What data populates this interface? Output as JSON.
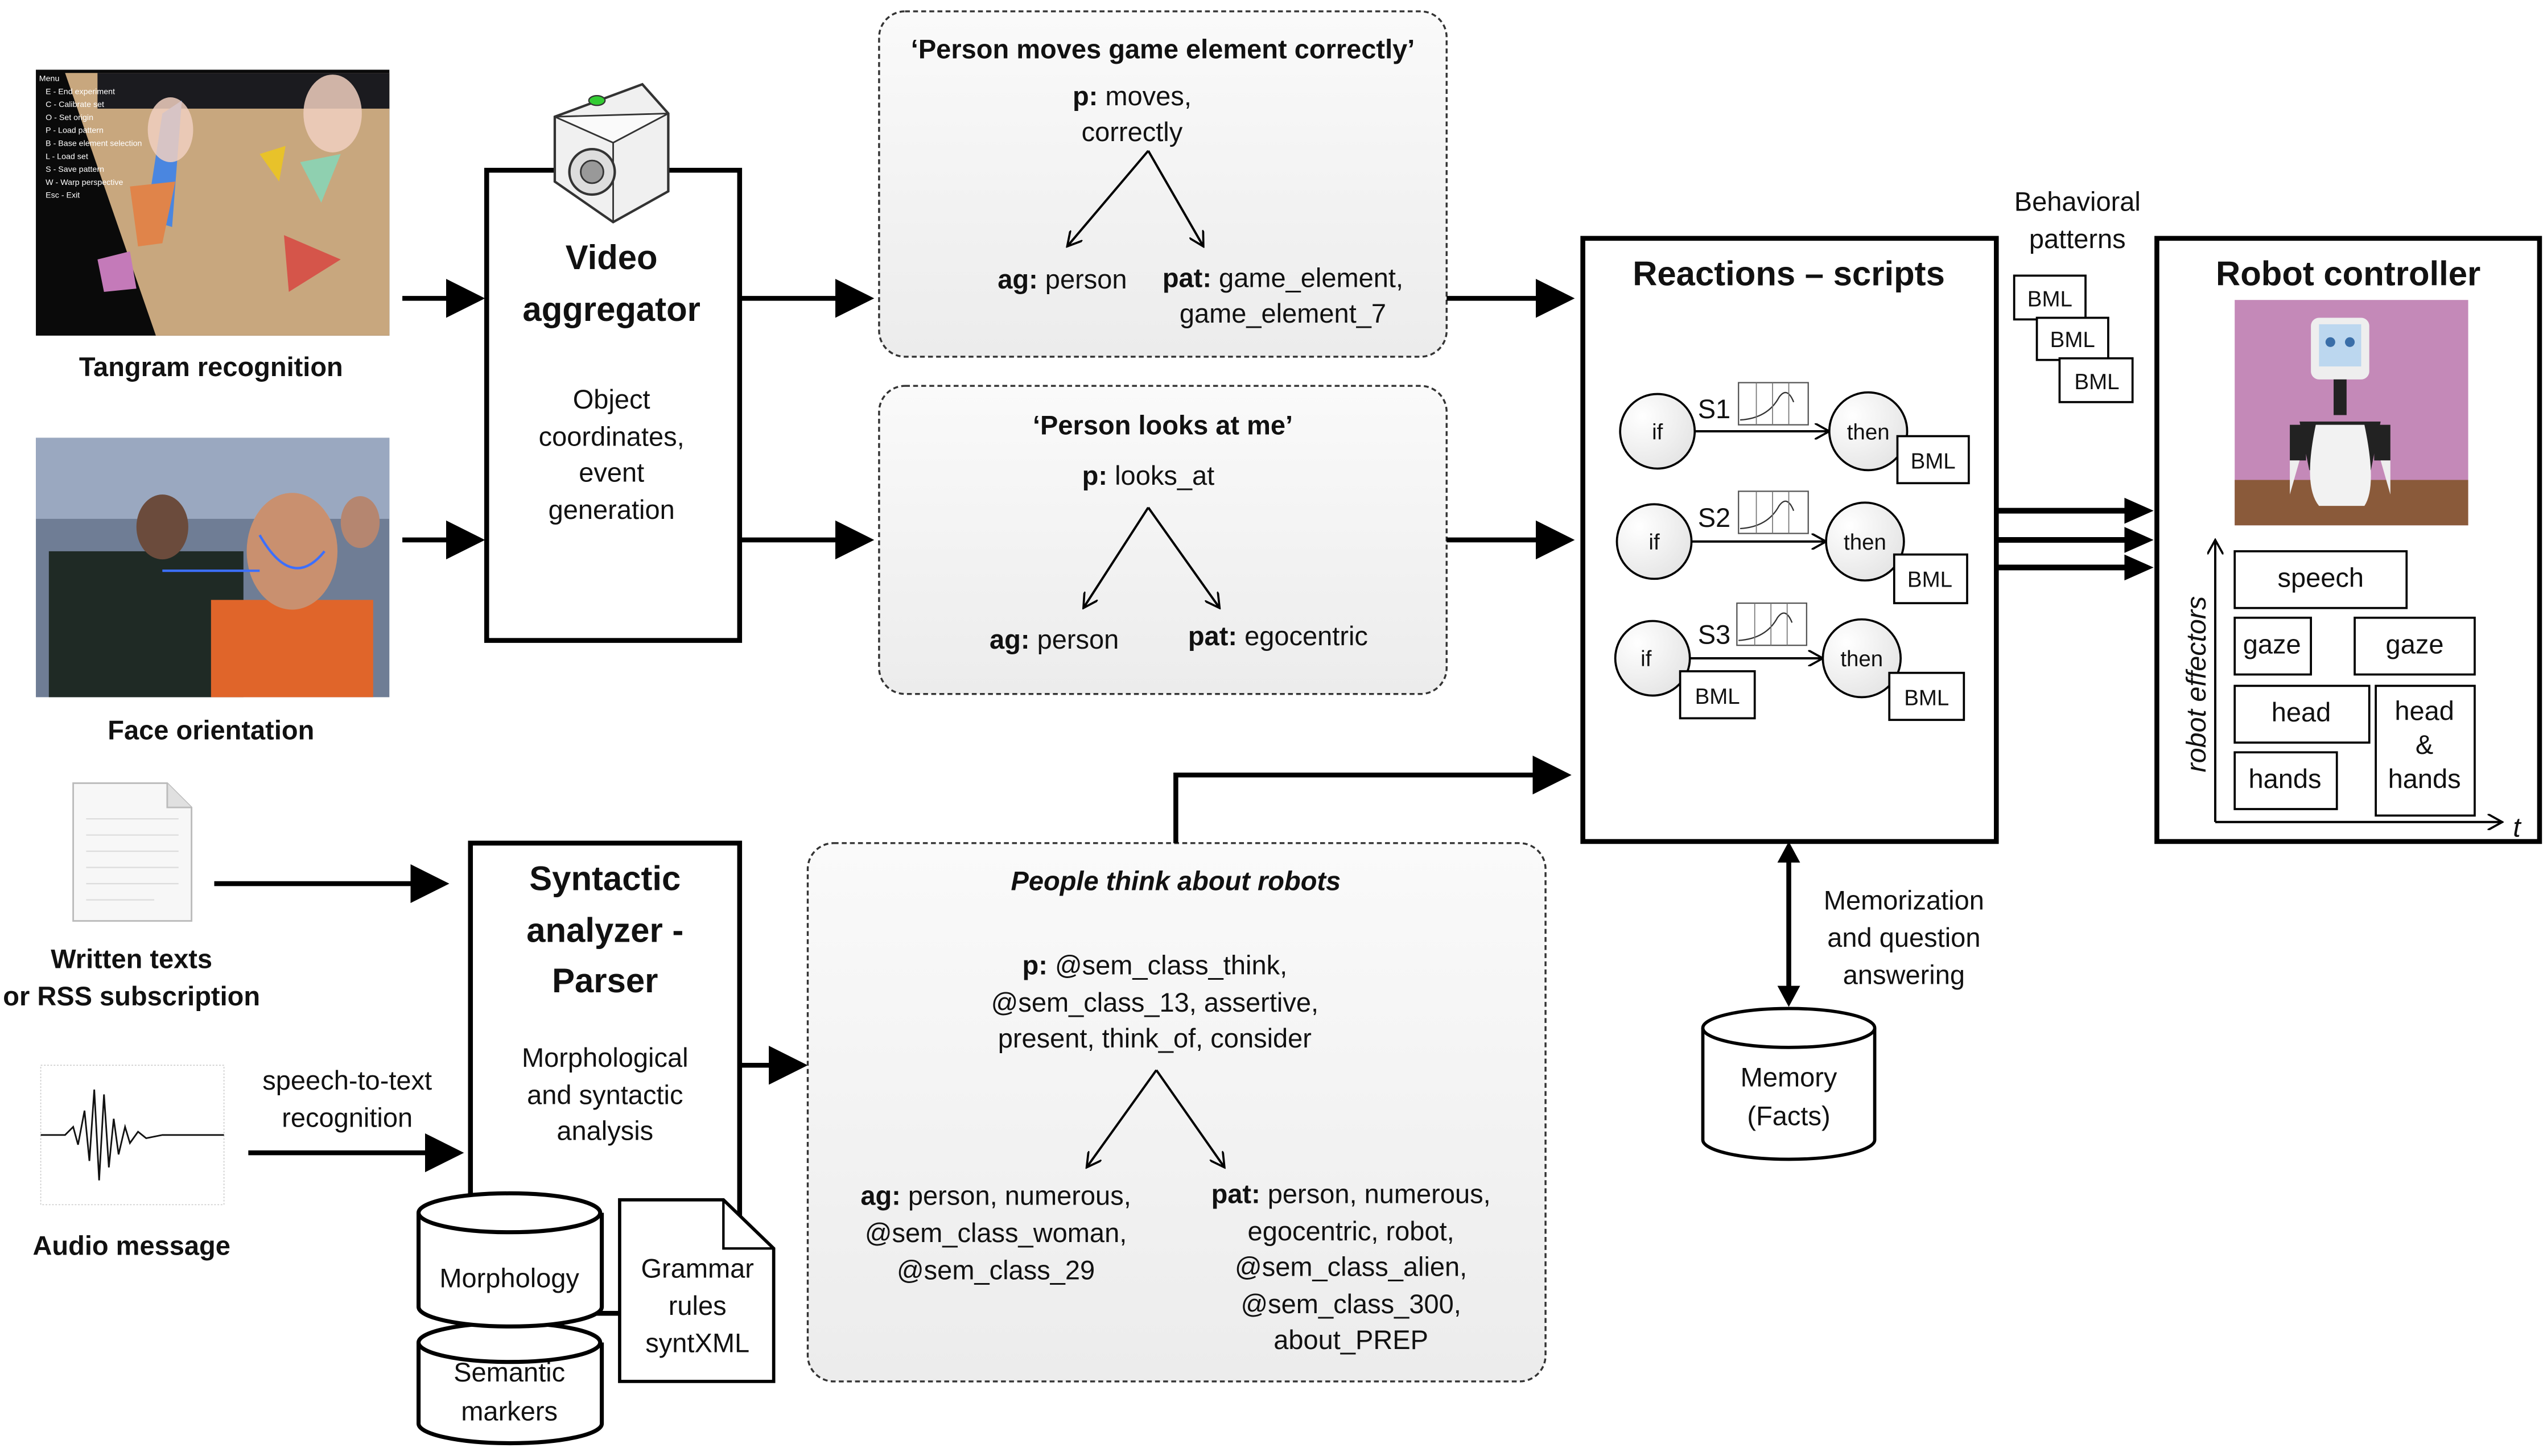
{
  "inputs": {
    "tangram": {
      "label": "Tangram recognition",
      "menu": [
        "Menu",
        "E - End experiment",
        "C - Calibrate set",
        "O - Set origin",
        "P - Load pattern",
        "B - Base element selection",
        "L - Load set",
        "S - Save pattern",
        "W - Warp perspective",
        "Esc - Exit"
      ]
    },
    "face": {
      "label": "Face orientation"
    },
    "written": {
      "label_lines": [
        "Written texts",
        "or RSS subscription"
      ],
      "icon": "document-icon"
    },
    "audio": {
      "label": "Audio message",
      "icon": "waveform-icon"
    },
    "speech_to_text": [
      "speech-to-text",
      "recognition"
    ]
  },
  "video_aggregator": {
    "title_lines": [
      "Video",
      "aggregator"
    ],
    "body_lines": [
      "Object",
      "coordinates,",
      "event",
      "generation"
    ],
    "icon": "camera-icon"
  },
  "events": [
    {
      "title": "‘Person moves game element correctly’",
      "p_key": "p:",
      "p_lines": [
        "moves,",
        "correctly"
      ],
      "ag_key": "ag:",
      "ag_lines": [
        "person"
      ],
      "pat_key": "pat:",
      "pat_lines": [
        "game_element,",
        "game_element_7"
      ]
    },
    {
      "title": "‘Person looks at me’",
      "p_key": "p:",
      "p_lines": [
        "looks_at"
      ],
      "ag_key": "ag:",
      "ag_lines": [
        "person"
      ],
      "pat_key": "pat:",
      "pat_lines": [
        "egocentric"
      ]
    },
    {
      "title": "People think about robots",
      "p_key": "p:",
      "p_lines": [
        "@sem_class_think,",
        "@sem_class_13, assertive,",
        "present, think_of, consider"
      ],
      "ag_key": "ag:",
      "ag_lines": [
        "person, numerous,",
        "@sem_class_woman,",
        "@sem_class_29"
      ],
      "pat_key": "pat:",
      "pat_lines": [
        "person, numerous,",
        "egocentric, robot,",
        "@sem_class_alien,",
        "@sem_class_300,",
        "about_PREP"
      ]
    }
  ],
  "syntactic": {
    "title_lines": [
      "Syntactic",
      "analyzer -",
      "Parser"
    ],
    "body_lines": [
      "Morphological",
      "and syntactic",
      "analysis"
    ],
    "morphology": "Morphology",
    "semantic": [
      "Semantic",
      "markers"
    ],
    "grammar": [
      "Grammar",
      "rules",
      "syntXML"
    ]
  },
  "reactions": {
    "title": "Reactions – scripts",
    "scripts": [
      {
        "if": "if",
        "label": "S1",
        "then": "then",
        "bml": "BML"
      },
      {
        "if": "if",
        "label": "S2",
        "then": "then",
        "bml": "BML"
      },
      {
        "if": "if",
        "label": "S3",
        "then": "then",
        "bml": "BML",
        "if_bml": "BML"
      }
    ]
  },
  "behavioral": {
    "label_lines": [
      "Behavioral",
      "patterns"
    ],
    "bml": [
      "BML",
      "BML",
      "BML"
    ]
  },
  "memory": {
    "edge_lines": [
      "Memorization",
      "and question",
      "answering"
    ],
    "db_lines": [
      "Memory",
      "(Facts)"
    ]
  },
  "robot": {
    "title": "Robot controller",
    "axis_y": "robot effectors",
    "axis_x": "t",
    "effectors": {
      "speech": "speech",
      "gaze1": "gaze",
      "gaze2": "gaze",
      "head": "head",
      "head_hands": [
        "head",
        "&",
        "hands"
      ],
      "hands": "hands"
    }
  }
}
